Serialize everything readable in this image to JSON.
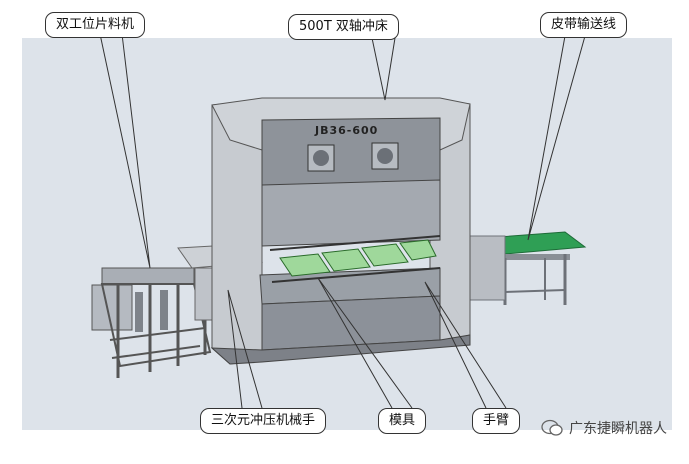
{
  "labels": {
    "feeder": "双工位片料机",
    "press": "500T 双轴冲床",
    "conveyor": "皮带输送线",
    "robot": "三次元冲压机械手",
    "mold": "模具",
    "arm": "手臂"
  },
  "press_plate": "JB36-600",
  "watermark": "广东捷瞬机器人",
  "colors": {
    "background": "#dde3ea",
    "machine_body": "#c9ccd1",
    "machine_dark": "#7d8188",
    "belt_green": "#2f9f55",
    "mold_green": "#9fd89b"
  }
}
